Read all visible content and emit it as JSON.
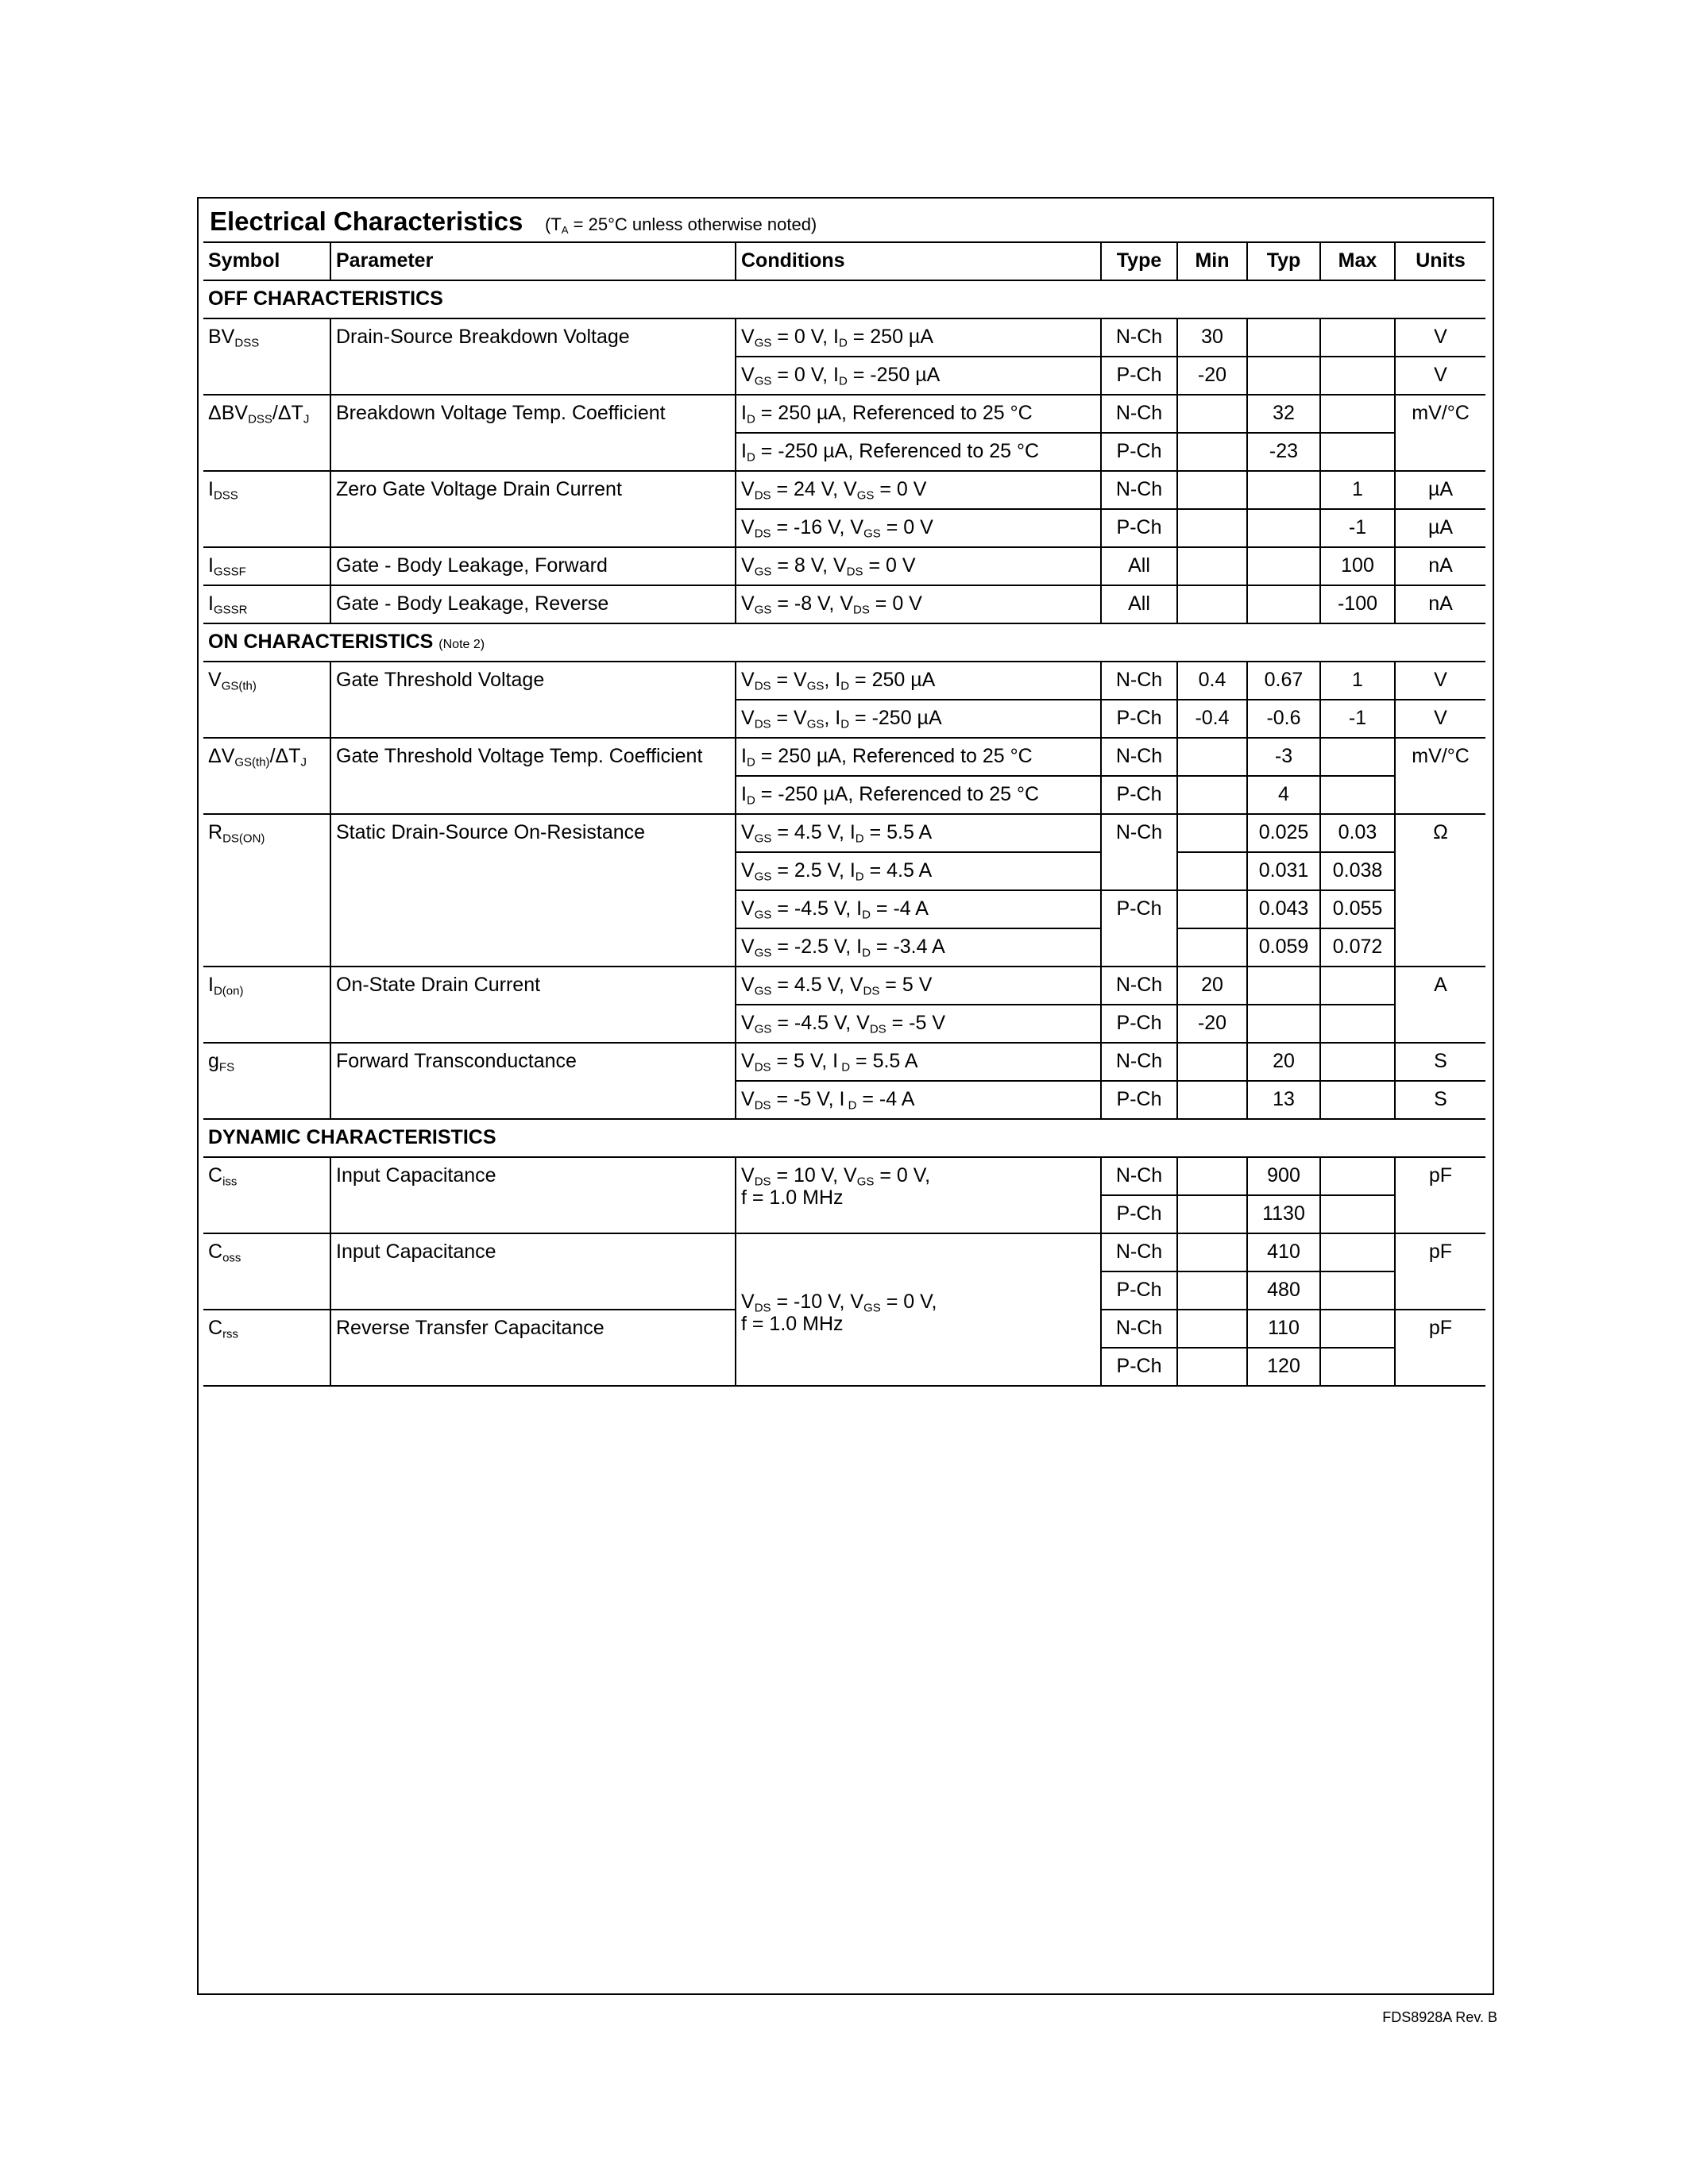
{
  "title": {
    "main": "Electrical Characteristics",
    "condition_prefix": "(T",
    "condition_sub": "A",
    "condition_suffix": " = 25°C unless otherwise noted)"
  },
  "headers": {
    "symbol": "Symbol",
    "parameter": "Parameter",
    "conditions": "Conditions",
    "type": "Type",
    "min": "Min",
    "typ": "Typ",
    "max": "Max",
    "units": "Units"
  },
  "sections": {
    "off": "OFF CHARACTERISTICS",
    "on": "ON CHARACTERISTICS",
    "on_note": "(Note 2)",
    "dynamic": "DYNAMIC  CHARACTERISTICS"
  },
  "rows": {
    "bvdss": {
      "sym_main": "BV",
      "sym_sub": "DSS",
      "param": "Drain-Source Breakdown Voltage",
      "cond1_a": "V",
      "cond1_as": "GS",
      "cond1_b": " =  0 V, I",
      "cond1_bs": "D",
      "cond1_c": "  = 250 µA",
      "cond2_a": "V",
      "cond2_as": "GS",
      "cond2_b": " =  0 V, I",
      "cond2_bs": "D",
      "cond2_c": "  = -250 µA",
      "type1": "N-Ch",
      "type2": "P-Ch",
      "min1": "30",
      "min2": "-20",
      "unit1": "V",
      "unit2": "V"
    },
    "dbvdss": {
      "sym_a": "ΔBV",
      "sym_as": "DSS",
      "sym_b": "/ΔT",
      "sym_bs": "J",
      "param": "Breakdown Voltage Temp. Coefficient",
      "cond1_a": "I",
      "cond1_as": "D",
      "cond1_b": " = 250 µA, Referenced to  25 °C",
      "cond2_a": "I",
      "cond2_as": "D",
      "cond2_b": " = -250 µA, Referenced to  25 °C",
      "type1": "N-Ch",
      "type2": "P-Ch",
      "typ1": "32",
      "typ2": "-23",
      "unit": "mV/°C"
    },
    "idss": {
      "sym_main": "I",
      "sym_sub": "DSS",
      "param": "Zero Gate Voltage  Drain Current",
      "cond1_a": "V",
      "cond1_as": "DS",
      "cond1_b": " = 24 V,  V",
      "cond1_bs": "GS",
      "cond1_c": " = 0 V",
      "cond2_a": "V",
      "cond2_as": "DS",
      "cond2_b": " = -16 V,  V",
      "cond2_bs": "GS",
      "cond2_c": " = 0 V",
      "type1": "N-Ch",
      "type2": "P-Ch",
      "max1": "1",
      "max2": "-1",
      "unit1": "µA",
      "unit2": "µA"
    },
    "igssf": {
      "sym_main": "I",
      "sym_sub": "GSSF",
      "param": "Gate - Body Leakage, Forward",
      "cond_a": "V",
      "cond_as": "GS",
      "cond_b": " = 8 V, V",
      "cond_bs": "DS",
      "cond_c": " = 0 V",
      "type": "All",
      "max": "100",
      "unit": "nA"
    },
    "igssr": {
      "sym_main": "I",
      "sym_sub": "GSSR",
      "param": "Gate - Body Leakage, Reverse",
      "cond_a": "V",
      "cond_as": "GS",
      "cond_b": " = -8 V, V",
      "cond_bs": "DS",
      "cond_c": " = 0 V",
      "type": "All",
      "max": "-100",
      "unit": "nA"
    },
    "vgsth": {
      "sym_main": "V",
      "sym_sub": "GS(th)",
      "param": "Gate Threshold Voltage",
      "cond1_a": "V",
      "cond1_as": "DS",
      "cond1_b": " = V",
      "cond1_bs": "GS",
      "cond1_c": ",  I",
      "cond1_cs": "D",
      "cond1_d": " = 250 µA",
      "cond2_a": "V",
      "cond2_as": "DS",
      "cond2_b": " = V",
      "cond2_bs": "GS",
      "cond2_c": ",  I",
      "cond2_cs": "D",
      "cond2_d": " = -250 µA",
      "type1": "N-Ch",
      "type2": "P-Ch",
      "min1": "0.4",
      "typ1": "0.67",
      "max1": "1",
      "unit1": "V",
      "min2": "-0.4",
      "typ2": "-0.6",
      "max2": "-1",
      "unit2": "V"
    },
    "dvgsth": {
      "sym_a": "ΔV",
      "sym_as": "GS(th)",
      "sym_b": "/ΔT",
      "sym_bs": "J",
      "param": "Gate Threshold Voltage Temp. Coefficient",
      "cond1_a": "I",
      "cond1_as": "D",
      "cond1_b": " = 250 µA, Referenced to  25 °C",
      "cond2_a": "I",
      "cond2_as": "D",
      "cond2_b": " = -250 µA, Referenced to  25 °C",
      "type1": "N-Ch",
      "type2": "P-Ch",
      "typ1": "-3",
      "typ2": "4",
      "unit": "mV/°C"
    },
    "rdson": {
      "sym_main": "R",
      "sym_sub": "DS(ON)",
      "param": "Static Drain-Source On-Resistance",
      "c1_a": "V",
      "c1_as": "GS",
      "c1_b": " = 4.5 V, I",
      "c1_bs": "D",
      "c1_c": " = 5.5 A",
      "c2_a": "V",
      "c2_as": "GS",
      "c2_b": " = 2.5 V, I",
      "c2_bs": "D",
      "c2_c": " = 4.5 A",
      "c3_a": "V",
      "c3_as": "GS",
      "c3_b": " = -4.5 V, I",
      "c3_bs": "D",
      "c3_c": " = -4 A",
      "c4_a": "V",
      "c4_as": "GS",
      "c4_b": " = -2.5 V, I",
      "c4_bs": "D",
      "c4_c": " = -3.4 A",
      "type_n": "N-Ch",
      "type_p": "P-Ch",
      "typ1": "0.025",
      "max1": "0.03",
      "typ2": "0.031",
      "max2": "0.038",
      "typ3": "0.043",
      "max3": "0.055",
      "typ4": "0.059",
      "max4": "0.072",
      "unit": "Ω"
    },
    "idon": {
      "sym_main": "I",
      "sym_sub": "D(on)",
      "param": "On-State Drain Current",
      "cond1_a": "V",
      "cond1_as": "GS",
      "cond1_b": " = 4.5 V, V",
      "cond1_bs": "DS",
      "cond1_c": " = 5 V",
      "cond2_a": "V",
      "cond2_as": "GS",
      "cond2_b": " = -4.5 V, V",
      "cond2_bs": "DS",
      "cond2_c": " = -5 V",
      "type1": "N-Ch",
      "type2": "P-Ch",
      "min1": "20",
      "min2": "-20",
      "unit": "A"
    },
    "gfs": {
      "sym_main": "g",
      "sym_sub": "FS",
      "param": "Forward Transconductance",
      "cond1_a": "V",
      "cond1_as": "DS",
      "cond1_b": " = 5 V, I",
      "cond1_bs": " D",
      "cond1_c": " = 5.5 A",
      "cond2_a": "V",
      "cond2_as": "DS",
      "cond2_b": " = -5 V,  I",
      "cond2_bs": " D",
      "cond2_c": " = -4 A",
      "type1": "N-Ch",
      "type2": "P-Ch",
      "typ1": "20",
      "typ2": "13",
      "unit1": "S",
      "unit2": "S"
    },
    "ciss": {
      "sym_main": "C",
      "sym_sub": "iss",
      "param": "Input Capacitance",
      "cond_a": "V",
      "cond_as": "DS",
      "cond_b": " = 10 V,  V",
      "cond_bs": "GS",
      "cond_c": " = 0 V,",
      "cond_f": " f  = 1.0 MHz",
      "type1": "N-Ch",
      "type2": "P-Ch",
      "typ1": "900",
      "typ2": "1130",
      "unit": "pF"
    },
    "coss": {
      "sym_main": "C",
      "sym_sub": "oss",
      "param": "Input Capacitance",
      "type1": "N-Ch",
      "type2": "P-Ch",
      "typ1": "410",
      "typ2": "480",
      "unit": "pF"
    },
    "crss": {
      "sym_main": "C",
      "sym_sub": "rss",
      "param": "Reverse Transfer Capacitance",
      "cond_a": "V",
      "cond_as": "DS",
      "cond_b": " = -10 V,  V",
      "cond_bs": "GS",
      "cond_c": " = 0 V,",
      "cond_f": " f  = 1.0 MHz",
      "type1": "N-Ch",
      "type2": "P-Ch",
      "typ1": "110",
      "typ2": "120",
      "unit": "pF"
    }
  },
  "footer": "FDS8928A Rev. B"
}
